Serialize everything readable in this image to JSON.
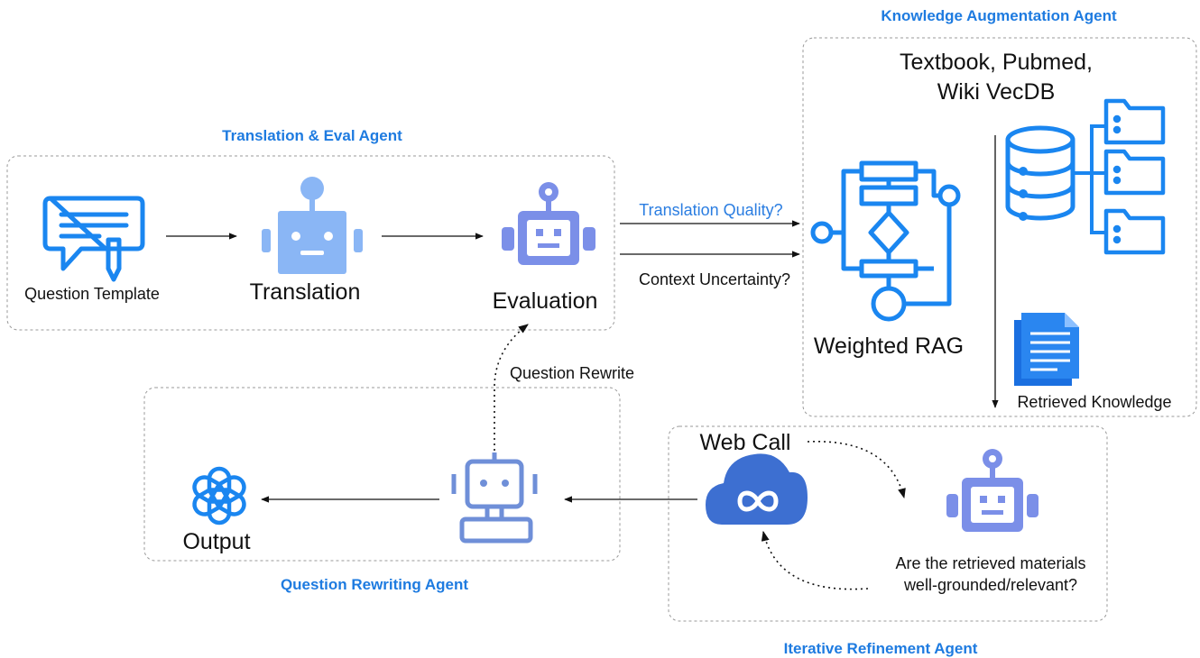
{
  "agents": {
    "translation_eval": {
      "title": "Translation & Eval Agent",
      "question_template": "Question Template",
      "translation": "Translation",
      "evaluation": "Evaluation"
    },
    "knowledge_augmentation": {
      "title": "Knowledge Augmentation Agent",
      "sources_line1": "Textbook, Pubmed,",
      "sources_line2": "Wiki VecDB",
      "weighted_rag": "Weighted RAG",
      "retrieved_knowledge": "Retrieved Knowledge"
    },
    "question_rewriting": {
      "title": "Question Rewriting Agent",
      "output": "Output"
    },
    "iterative_refinement": {
      "title": "Iterative Refinement Agent",
      "web_call": "Web Call",
      "question_line1": "Are the retrieved materials",
      "question_line2": "well-grounded/relevant?"
    }
  },
  "edges": {
    "translation_quality": "Translation Quality?",
    "context_uncertainty": "Context Uncertainty?",
    "question_rewrite": "Question Rewrite"
  },
  "colors": {
    "title_blue": "#1e7be0",
    "icon_blue": "#1a86f0",
    "robot_light": "#8ab6f5",
    "robot_violet": "#7b8fe8",
    "robot_slate": "#6f8fd8",
    "cloud_blue": "#3d6fd1"
  },
  "icons": [
    "chat-edit-icon",
    "robot-icon",
    "flowchart-icon",
    "database-icon",
    "folder-icon",
    "document-icon",
    "cloud-infinity-icon",
    "openai-logo-icon"
  ]
}
